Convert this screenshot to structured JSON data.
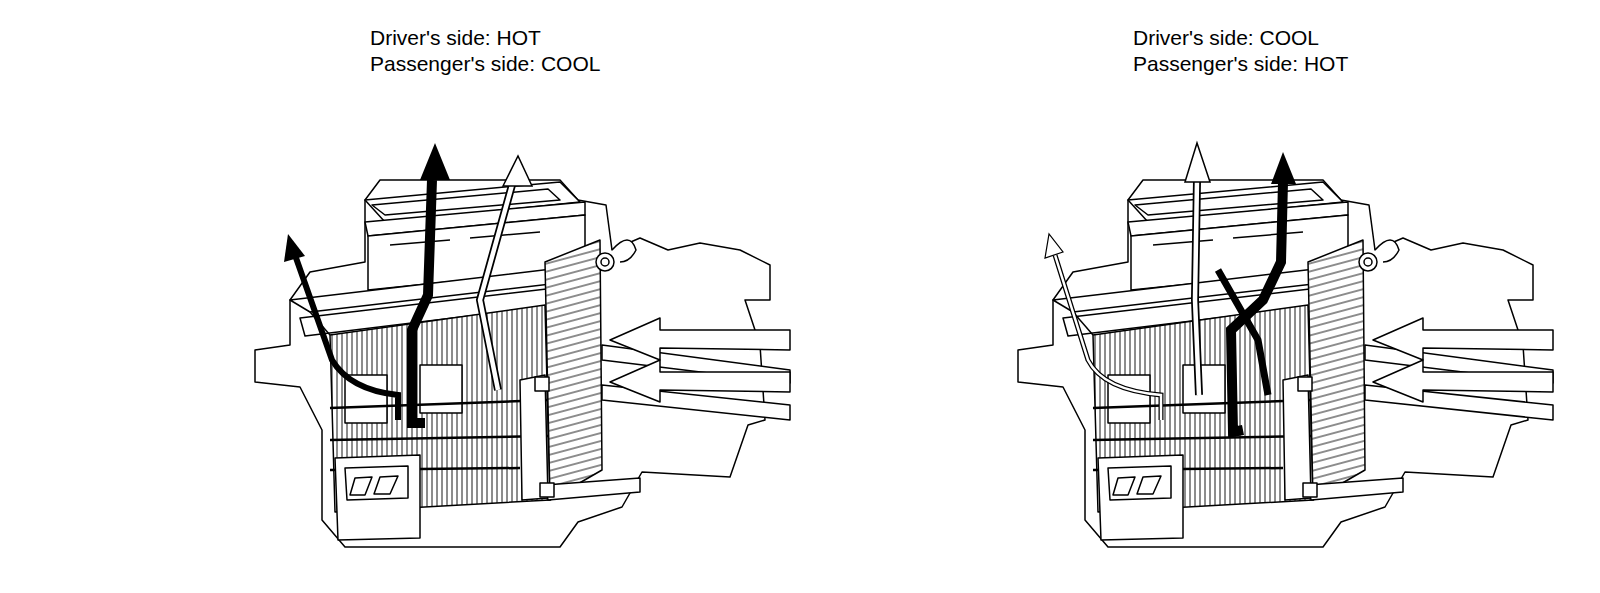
{
  "diagram": {
    "labels": [
      "Driver's side: HOT",
      "Passenger's side: COOL",
      "Driver's side: COOL",
      "Passenger's side: HOT"
    ]
  }
}
